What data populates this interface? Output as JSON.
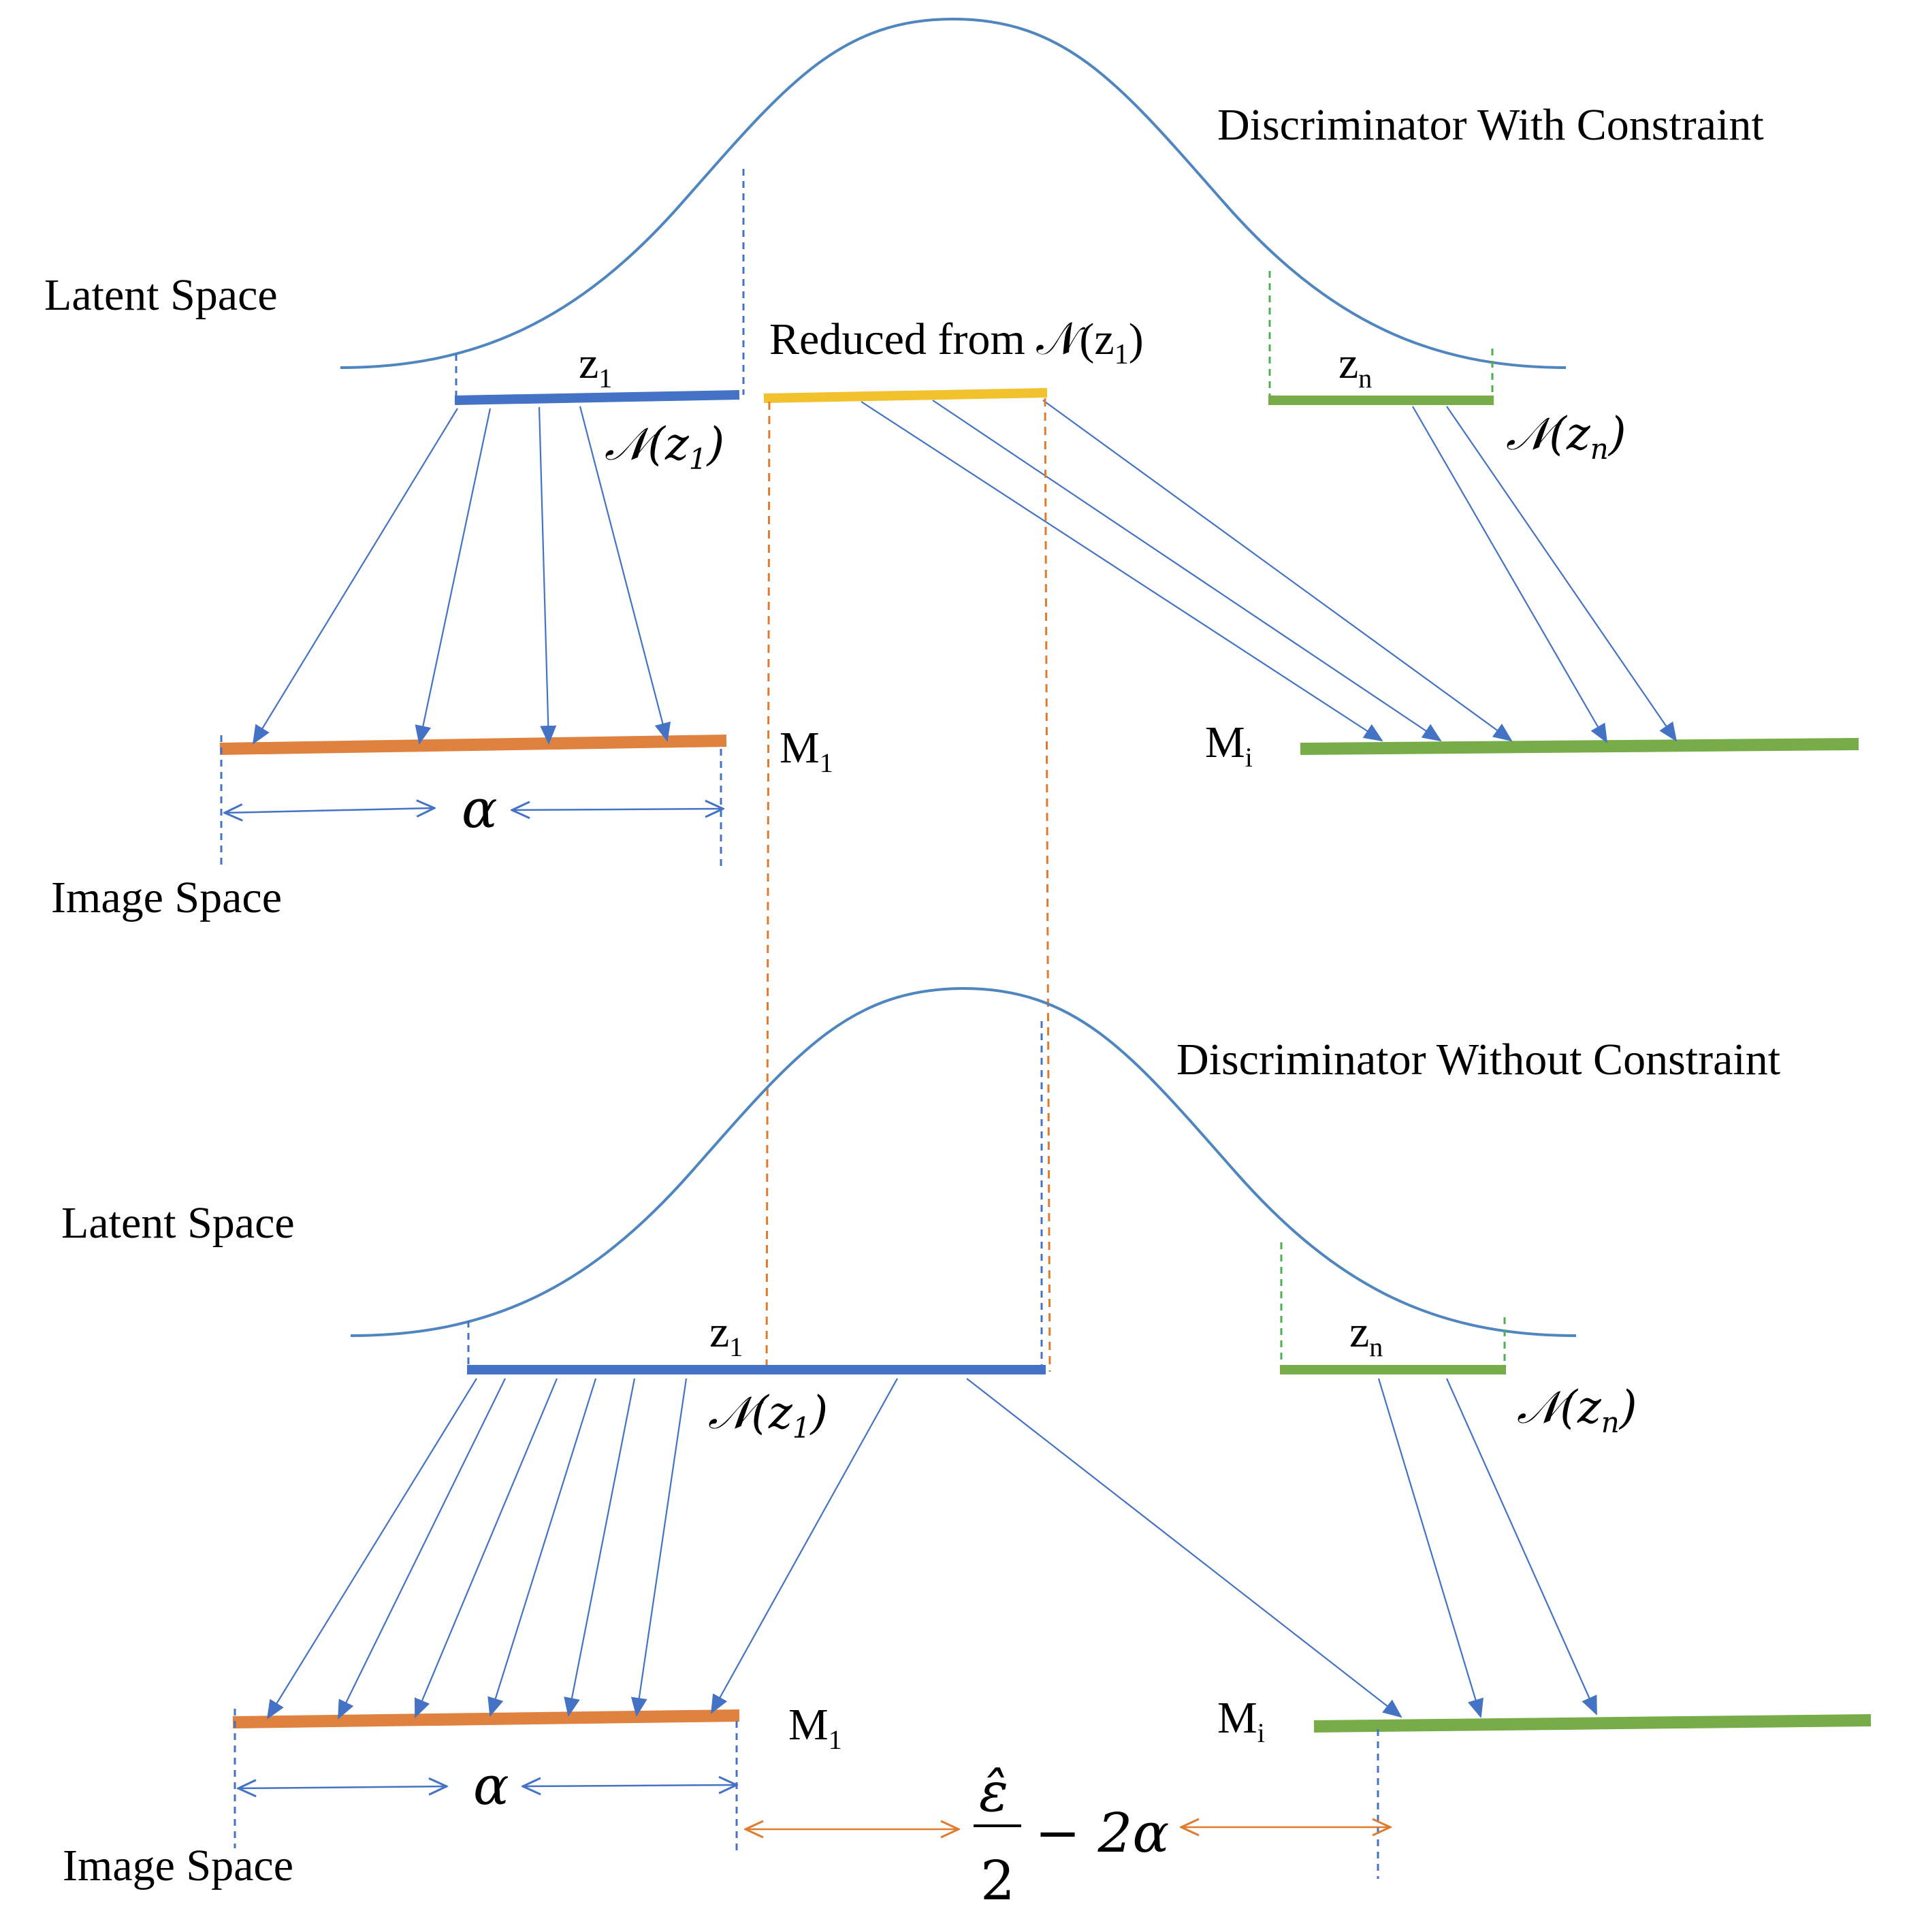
{
  "colors": {
    "curve": "#4F86C0",
    "blue_segment": "#4472C4",
    "orange_segment": "#E0823F",
    "yellow_segment": "#F2C12E",
    "green_segment": "#77AC48",
    "arrow": "#4472C4",
    "orange_dashed": "#E07B2E",
    "green_dashed": "#4CAF50"
  },
  "top": {
    "title": "Discriminator With Constraint",
    "latent_label": "Latent Space",
    "image_label": "Image Space",
    "z1_label": "z",
    "z1_sub": "1",
    "zn_label": "z",
    "zn_sub": "n",
    "n_z1": "𝒩(z",
    "n_z1_sub": "1",
    "n_close": ")",
    "n_zn": "𝒩(z",
    "n_zn_sub": "n",
    "reduced_label": "Reduced from  𝒩(z",
    "reduced_sub": "1",
    "m1_label": "M",
    "m1_sub": "1",
    "mi_label": "M",
    "mi_sub": "i",
    "alpha": "α"
  },
  "bottom": {
    "title": "Discriminator Without  Constraint",
    "latent_label": "Latent Space",
    "image_label": "Image Space",
    "z1_label": "z",
    "z1_sub": "1",
    "zn_label": "z",
    "zn_sub": "n",
    "n_z1": "𝒩(z",
    "n_z1_sub": "1",
    "n_close": ")",
    "n_zn": "𝒩(z",
    "n_zn_sub": "n",
    "m1_label": "M",
    "m1_sub": "1",
    "mi_label": "M",
    "mi_sub": "i",
    "alpha": "α",
    "eps_numer": "ε̂",
    "eps_denom": "2",
    "eps_tail": "− 2α"
  }
}
